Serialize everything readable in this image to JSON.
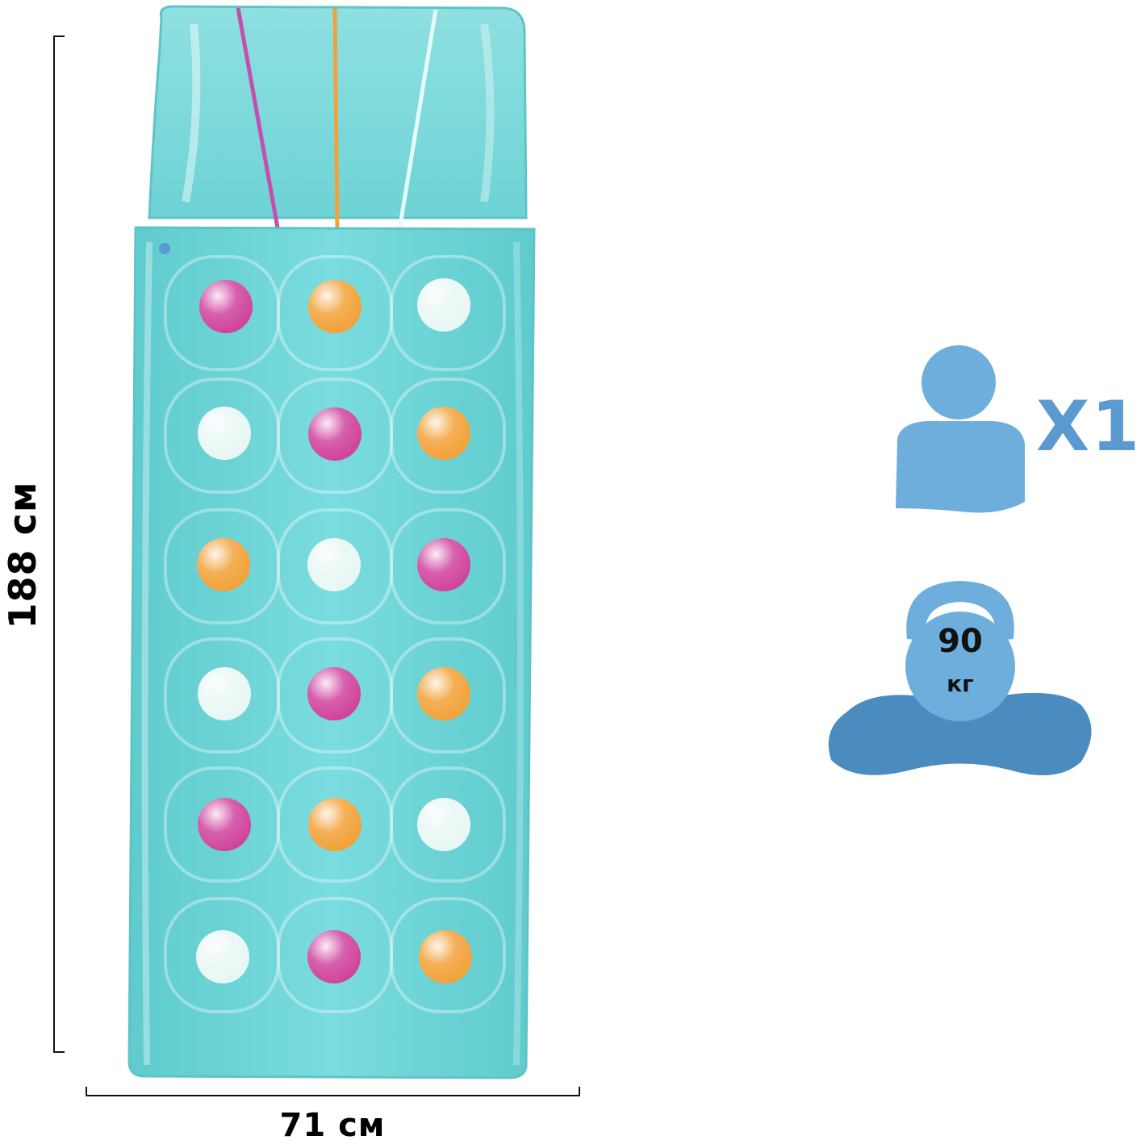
{
  "dimensions": {
    "height_label": "188 см",
    "width_label": "71 см"
  },
  "capacity": {
    "label": "X1",
    "icon": "person-icon"
  },
  "max_load": {
    "value": "90",
    "unit": "кг",
    "icon": "kettlebell-icon"
  },
  "product": {
    "icon": "inflatable-mat-icon",
    "colors": {
      "mat": "#6fd6d8",
      "pink": "#d0449e",
      "orange": "#f2a23a",
      "white": "#f4fbfb",
      "accent_blue": "#6eaedd",
      "dark_blue": "#4a8cc0"
    },
    "holes_grid": [
      [
        "pink",
        "orange",
        "white"
      ],
      [
        "white",
        "pink",
        "orange"
      ],
      [
        "orange",
        "white",
        "pink"
      ],
      [
        "white",
        "pink",
        "orange"
      ],
      [
        "pink",
        "orange",
        "white"
      ],
      [
        "white",
        "pink",
        "orange"
      ]
    ]
  }
}
